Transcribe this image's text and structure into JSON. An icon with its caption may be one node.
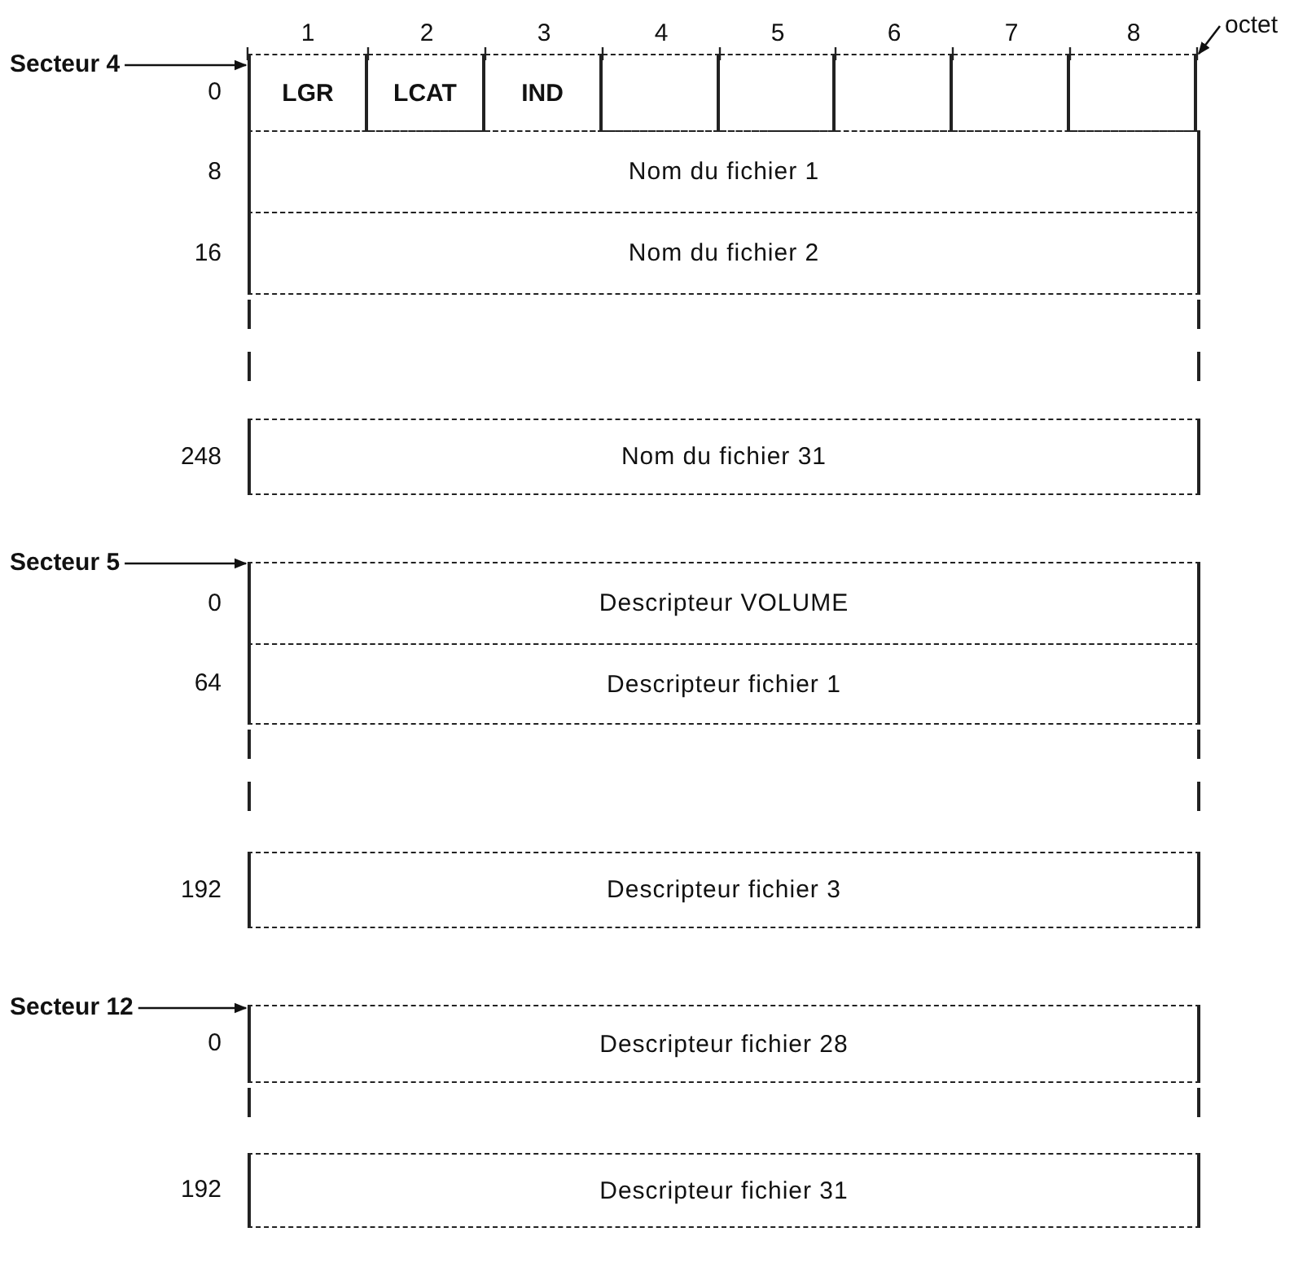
{
  "diagram": {
    "nodes": [
      {
        "text": [
          "Secteur 4"
        ]
      },
      {
        "text": [
          "LGR"
        ]
      },
      {
        "text": [
          "LCAT"
        ]
      },
      {
        "text": [
          "IND"
        ]
      },
      {
        "text": [],
        "shape": "box"
      },
      {
        "text": [],
        "shape": "box"
      },
      {
        "text": [],
        "shape": "box"
      },
      {
        "text": [],
        "shape": "box"
      },
      {
        "text": [],
        "shape": "box"
      },
      {
        "text": [
          "Nom du fichier 1"
        ]
      },
      {
        "text": [
          "Nom du fichier 2"
        ]
      },
      {
        "text": [
          "Nom du fichier 31"
        ]
      },
      {
        "text": [
          "Secteur 5"
        ]
      },
      {
        "text": [
          "Descripteur VOLUME"
        ]
      },
      {
        "text": [
          "Descripteur fichier 1"
        ]
      },
      {
        "text": [
          "Descripteur fichier 3"
        ]
      },
      {
        "text": [
          "Secteur 12"
        ]
      },
      {
        "text": [
          "Descripteur fichier 28"
        ]
      },
      {
        "text": [
          "Descripteur fichier 31"
        ]
      },
      {
        "text": [
          "octet"
        ]
      }
    ],
    "edges": [
      {
        "from": 0,
        "to": 1,
        "arrow": "to"
      },
      {
        "from": 12,
        "to": 13,
        "arrow": "to"
      },
      {
        "from": 16,
        "to": 17,
        "arrow": "to"
      },
      {
        "from": 19,
        "to": 8,
        "arrow": "to"
      }
    ],
    "labels": [
      "1",
      "2",
      "3",
      "4",
      "5",
      "6",
      "7",
      "8",
      "0",
      "8",
      "16",
      "248",
      "0",
      "64",
      "192",
      "0",
      "192"
    ]
  }
}
